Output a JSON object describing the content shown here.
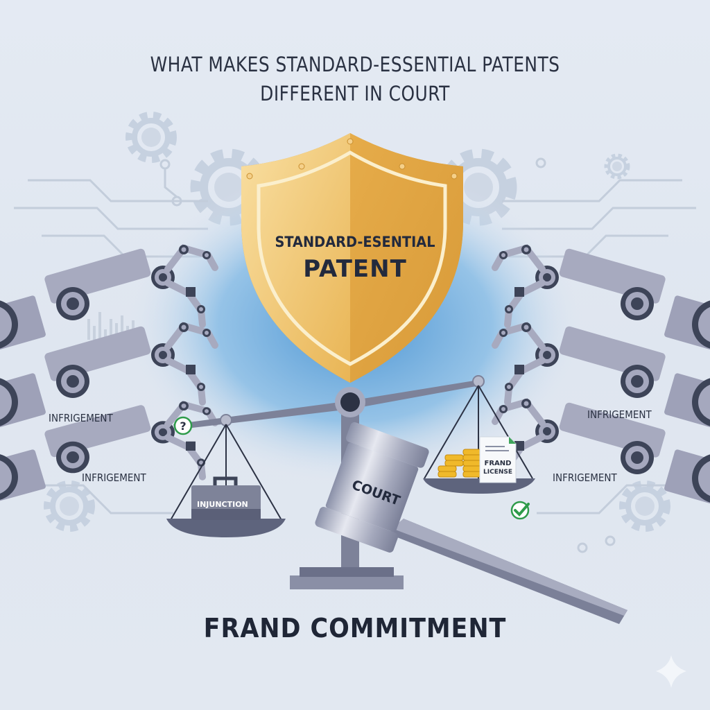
{
  "header": {
    "title_line1": "WHAT MAKES STANDARD-ESSENTIAL PATENTS",
    "title_line2": "DIFFERENT IN COURT"
  },
  "shield": {
    "line1": "STANDARD-ESENTIAL",
    "line2": "PATENT",
    "color": "#e4ad4c"
  },
  "labels": {
    "left_top": "INFRIGEMENT",
    "left_bottom": "INFRIGEMENT",
    "right_top": "INFRIGEMENT",
    "right_bottom": "INFRIGEMENT"
  },
  "scale": {
    "left_pan": {
      "item": "briefcase-icon",
      "label": "INJUNCTION",
      "status_icon": "question-icon"
    },
    "right_pan": {
      "items": [
        "coins-icon",
        "document-icon"
      ],
      "label_line1": "FRAND",
      "label_line2": "LICENSE",
      "status_icon": "check-icon"
    }
  },
  "gavel": {
    "label": "COURT"
  },
  "footer": {
    "text": "FRAND COMMITMENT"
  },
  "icons": [
    "gear-icon",
    "circuit-icon",
    "robot-arm-icon",
    "scale-icon",
    "shield-icon",
    "gavel-icon",
    "sparkle-icon",
    "bar-chart-icon"
  ],
  "colors": {
    "background": "#e2e8f1",
    "text_dark": "#232a3d",
    "robot_gray": "#9c9fb5",
    "robot_dark": "#3d4458",
    "blue_glow": "#5c9fd6",
    "gold": "#e4ad4c",
    "green": "#2e9b4a"
  }
}
